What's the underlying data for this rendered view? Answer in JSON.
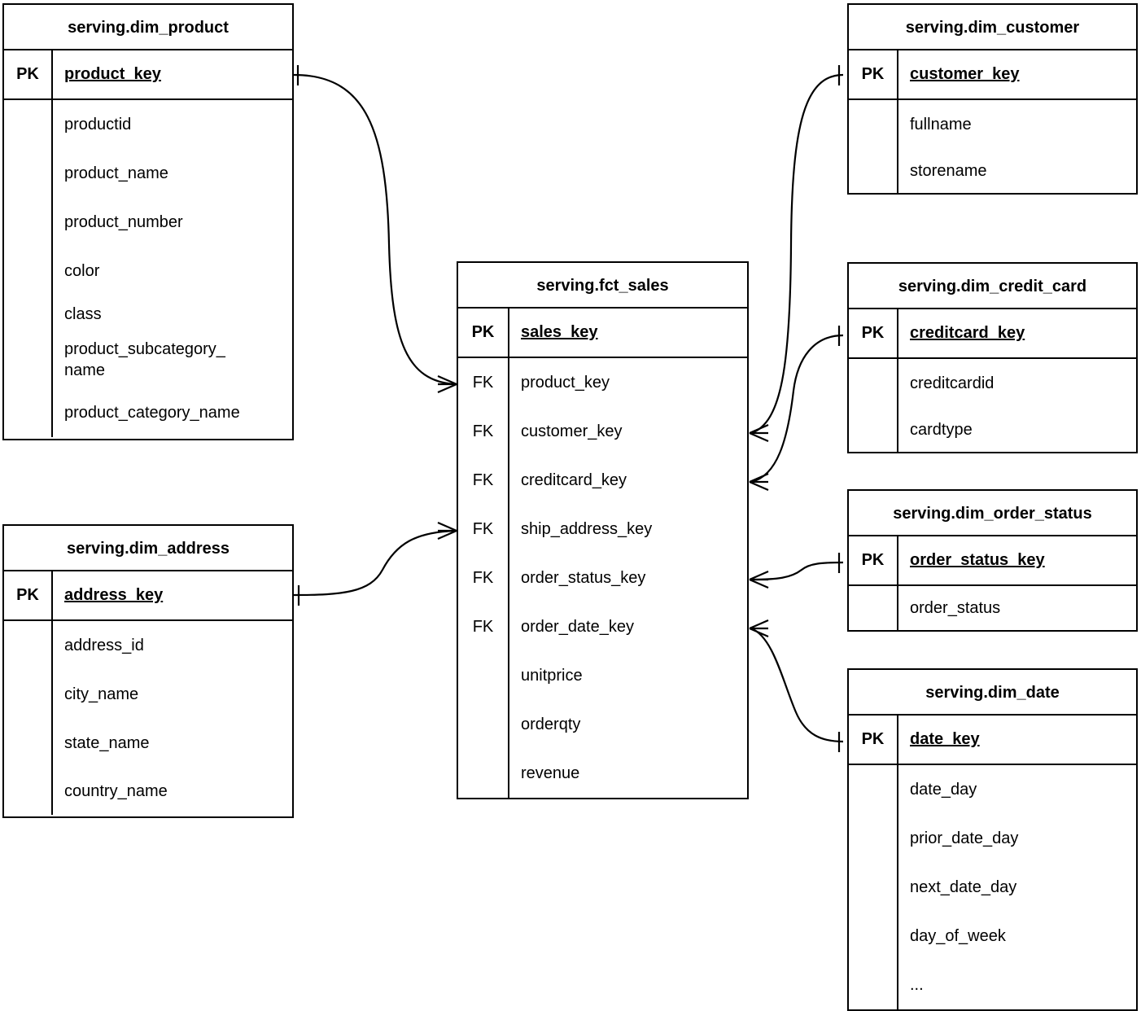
{
  "diagram": {
    "title": "serving layer star schema",
    "notation": "crow's foot ERD",
    "line_color": "#000000",
    "background_color": "#ffffff"
  },
  "entities": {
    "dim_product": {
      "name": "serving.dim_product",
      "pk_label": "PK",
      "pk_field": "product_key",
      "attributes": [
        "productid",
        "product_name",
        "product_number",
        "color",
        "class",
        "product_subcategory_\nname",
        "product_category_name"
      ]
    },
    "dim_address": {
      "name": "serving.dim_address",
      "pk_label": "PK",
      "pk_field": "address_key",
      "attributes": [
        "address_id",
        "city_name",
        "state_name",
        "country_name"
      ]
    },
    "fct_sales": {
      "name": "serving.fct_sales",
      "pk_label": "PK",
      "pk_field": "sales_key",
      "fk_label": "FK",
      "rows": [
        {
          "key": "FK",
          "field": "product_key"
        },
        {
          "key": "FK",
          "field": "customer_key"
        },
        {
          "key": "FK",
          "field": "creditcard_key"
        },
        {
          "key": "FK",
          "field": "ship_address_key"
        },
        {
          "key": "FK",
          "field": "order_status_key"
        },
        {
          "key": "FK",
          "field": "order_date_key"
        },
        {
          "key": "",
          "field": "unitprice"
        },
        {
          "key": "",
          "field": "orderqty"
        },
        {
          "key": "",
          "field": "revenue"
        }
      ]
    },
    "dim_customer": {
      "name": "serving.dim_customer",
      "pk_label": "PK",
      "pk_field": "customer_key",
      "attributes": [
        "fullname",
        "storename"
      ]
    },
    "dim_credit_card": {
      "name": "serving.dim_credit_card",
      "pk_label": "PK",
      "pk_field": "creditcard_key",
      "attributes": [
        "creditcardid",
        "cardtype"
      ]
    },
    "dim_order_status": {
      "name": "serving.dim_order_status",
      "pk_label": "PK",
      "pk_field": "order_status_key",
      "attributes": [
        "order_status"
      ]
    },
    "dim_date": {
      "name": "serving.dim_date",
      "pk_label": "PK",
      "pk_field": "date_key",
      "attributes": [
        "date_day",
        "prior_date_day",
        "next_date_day",
        "day_of_week",
        "..."
      ]
    }
  },
  "relationships": [
    {
      "from": "dim_product.product_key",
      "to": "fct_sales.product_key",
      "cardinality": "one-to-many"
    },
    {
      "from": "dim_address.address_key",
      "to": "fct_sales.ship_address_key",
      "cardinality": "one-to-many"
    },
    {
      "from": "dim_customer.customer_key",
      "to": "fct_sales.customer_key",
      "cardinality": "one-to-many"
    },
    {
      "from": "dim_credit_card.creditcard_key",
      "to": "fct_sales.creditcard_key",
      "cardinality": "one-to-many"
    },
    {
      "from": "dim_order_status.order_status_key",
      "to": "fct_sales.order_status_key",
      "cardinality": "one-to-many"
    },
    {
      "from": "dim_date.date_key",
      "to": "fct_sales.order_date_key",
      "cardinality": "one-to-many"
    }
  ]
}
